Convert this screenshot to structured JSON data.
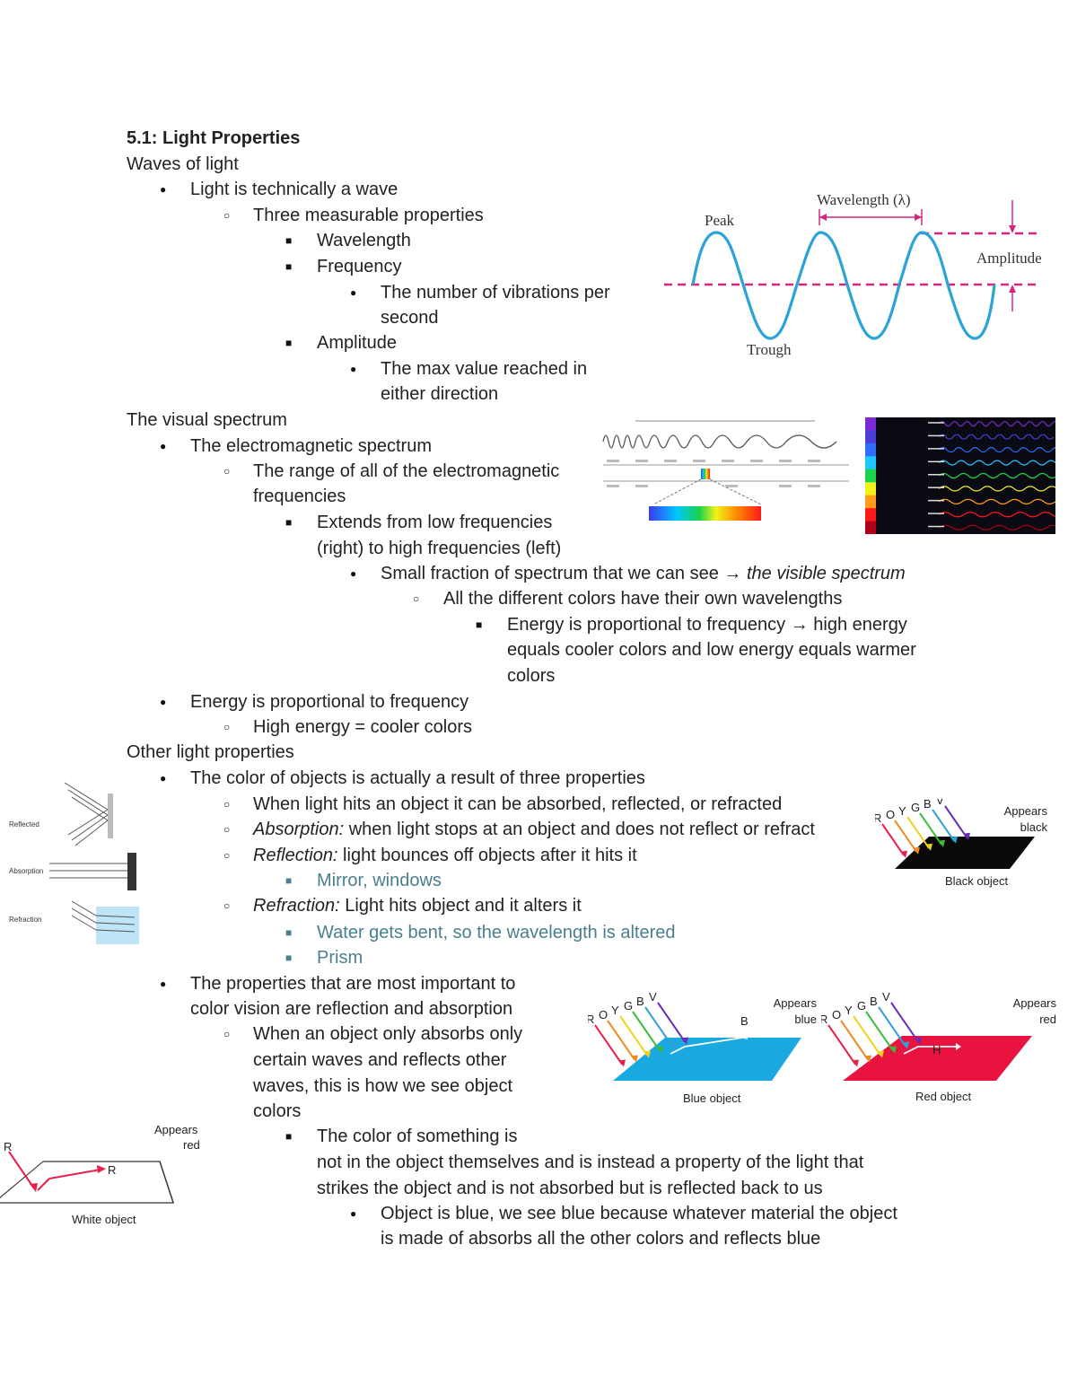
{
  "title": "5.1: Light Properties",
  "lines": [
    "Waves of light",
    "Light is technically a wave",
    "Three measurable properties",
    "Wavelength",
    "Frequency",
    "The number of vibrations per",
    "second",
    "Amplitude",
    "The max value reached in",
    "either direction",
    "The visual spectrum",
    "The electromagnetic spectrum",
    "The range of all of the electromagnetic",
    "frequencies",
    "Extends from low frequencies",
    "(right) to high frequencies (left)",
    "Small fraction of spectrum that we can see → ",
    "All the different colors have their own wavelengths",
    "Energy is proportional to frequency → high energy",
    "equals cooler colors and low energy equals warmer",
    "colors",
    "Energy is proportional to frequency",
    "High energy = cooler colors",
    "Other light properties",
    "The color of objects is actually a result of three properties",
    "When light hits an object it can be absorbed, reflected, or refracted",
    " when light stops at an object and does not reflect or refract",
    " light bounces off objects after it hits it",
    "Mirror, windows",
    " Light hits object and it alters it",
    "Water gets bent, so the wavelength is altered",
    "Prism",
    "The properties that are most important to",
    "color vision are reflection and absorption",
    "When an object only absorbs only",
    "certain waves and reflects other",
    "waves, this is how we see object",
    "colors",
    "The color of something is",
    "not in the object themselves and is instead a property of the light that",
    "strikes the object and is not absorbed but is reflected back to us",
    "Object is blue, we see blue because whatever material the object",
    "is made of absorbs all the other colors and reflects blue"
  ],
  "italics": {
    "visible_spectrum": "the visible spectrum",
    "absorption": "Absorption:",
    "reflection": "Reflection:",
    "refraction": "Refraction:"
  },
  "figures": {
    "wave": {
      "wavelength_label": "Wavelength (λ)",
      "peak_label": "Peak",
      "trough_label": "Trough",
      "amplitude_label": "Amplitude"
    },
    "spectrum_colors": [
      "#7a2bd6",
      "#4b3fd8",
      "#2f6bff",
      "#1ec6ff",
      "#19d34a",
      "#f2f21a",
      "#ff9a1a",
      "#ff1a1a",
      "#b3001a"
    ],
    "objects": {
      "roygbv": [
        "R",
        "O",
        "Y",
        "G",
        "B",
        "V"
      ],
      "black": {
        "label": "Black object",
        "appears": [
          "Appears",
          "black"
        ]
      },
      "blue": {
        "label": "Blue object",
        "appears": [
          "Appears",
          "blue"
        ],
        "reflected": "B"
      },
      "red": {
        "label": "Red object",
        "appears": [
          "Appears",
          "red"
        ],
        "reflected": "H"
      },
      "white": {
        "label": "White object",
        "appears": [
          "Appears",
          "red"
        ],
        "incident": "R",
        "reflected": "R"
      }
    },
    "reflect_labels": {
      "reflected": "Reflected",
      "absorption": "Absorption",
      "refraction": "Refraction"
    }
  },
  "colors": {
    "wave": "#2aa3d9",
    "guide": "#d6247f",
    "teal_text": "#4a7f8e"
  }
}
